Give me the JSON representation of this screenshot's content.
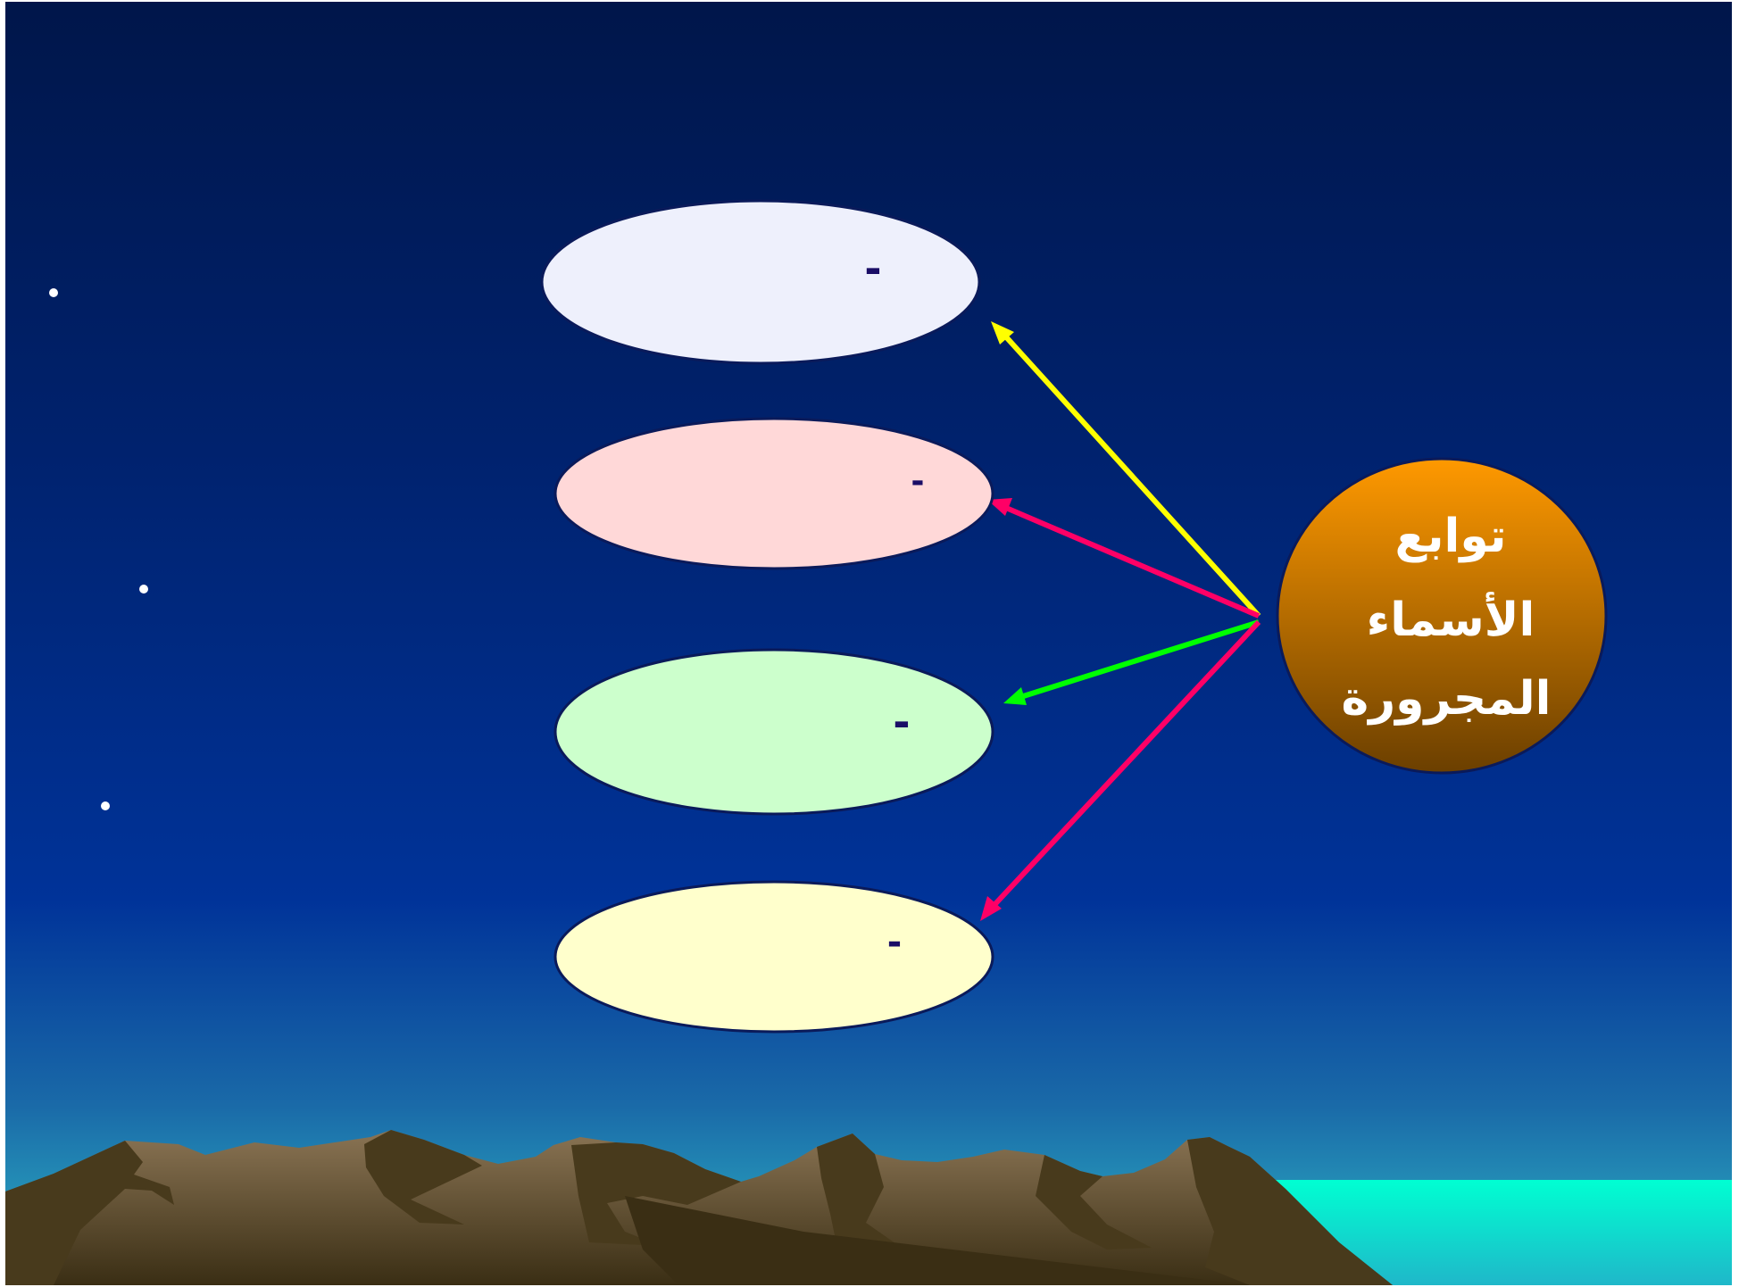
{
  "colors": {
    "sky_top": "#00164a",
    "sky_mid": "#003399",
    "horizon": "#2aaec4",
    "sea": "#00ffd2",
    "circle_top": "#ff9900",
    "circle_bottom": "#6b3f00",
    "arrow_yellow": "#ffff00",
    "arrow_pink": "#ff0066",
    "arrow_green": "#00ff00",
    "mountain_light": "#8a7454",
    "mountain_dark": "#483a1c"
  },
  "diagram": {
    "center_label": {
      "line1": "توابع",
      "line2": "الأسماء",
      "line3": "المجرورة"
    },
    "nodes": [
      {
        "id": "node-1",
        "text": "-",
        "fill": "#eef0fc",
        "arrow_color": "#ffff00"
      },
      {
        "id": "node-2",
        "text": "-",
        "fill": "#ffd8d8",
        "arrow_color": "#ff0066"
      },
      {
        "id": "node-3",
        "text": "-",
        "fill": "#ccffcc",
        "arrow_color": "#00ff00"
      },
      {
        "id": "node-4",
        "text": "-",
        "fill": "#ffffcc",
        "arrow_color": "#ff0066"
      }
    ]
  }
}
